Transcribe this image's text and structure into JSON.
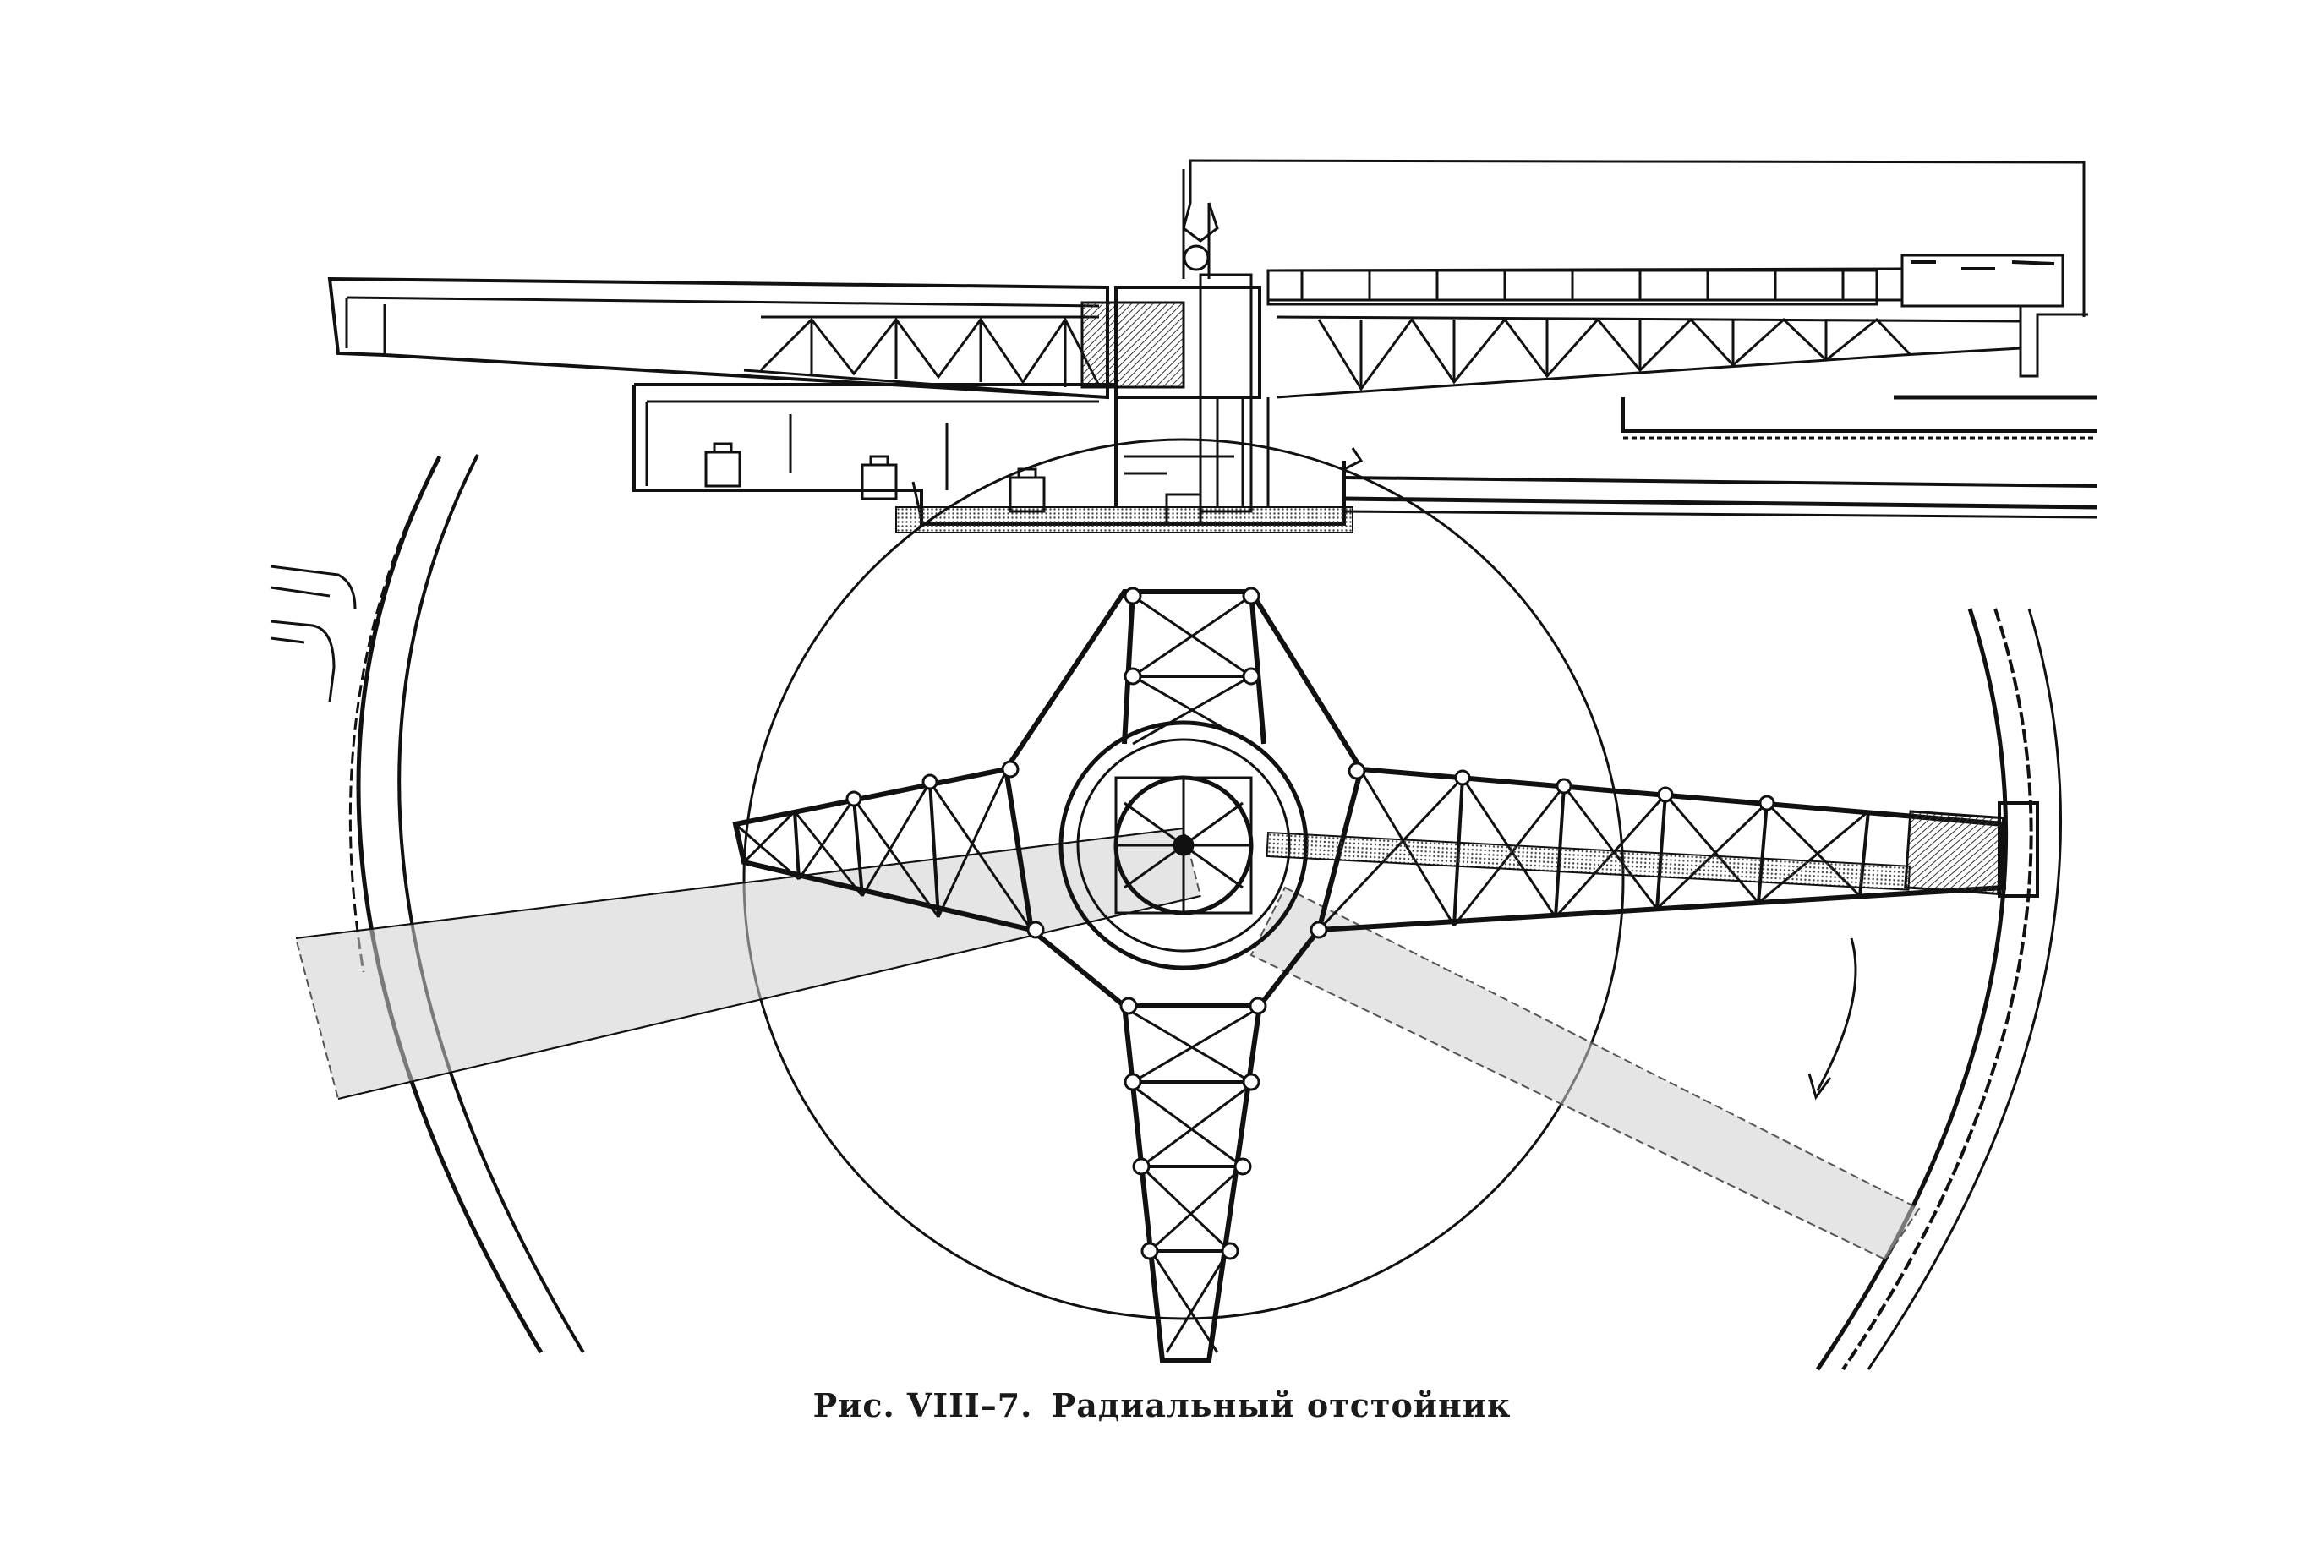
{
  "caption": {
    "label": "Рис. VIII–7.",
    "title": "Радиальный отстойник"
  },
  "drawing": {
    "ink_color": "#111111",
    "shade_color": "#bdbdbd",
    "background": "#ffffff",
    "views": [
      "section-elevation",
      "plan"
    ]
  }
}
